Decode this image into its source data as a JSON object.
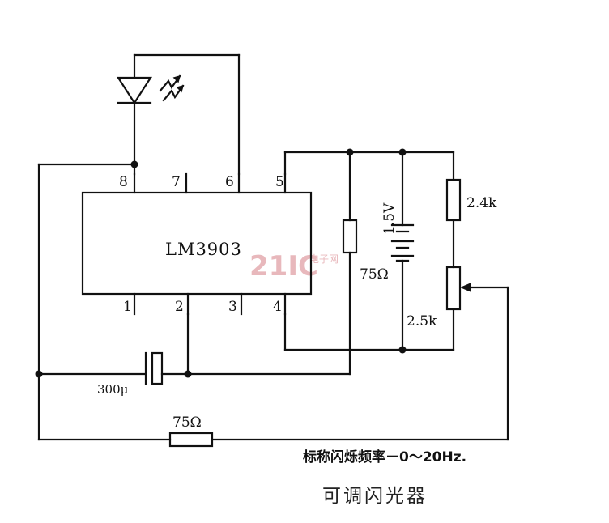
{
  "chip": {
    "name": "LM3903"
  },
  "pins": [
    "1",
    "2",
    "3",
    "4",
    "5",
    "6",
    "7",
    "8"
  ],
  "components": {
    "resistor_top_right": "2.4k",
    "potentiometer": "2.5k",
    "resistor_mid": "75Ω",
    "battery": "1.5V",
    "capacitor": "300μ",
    "resistor_bottom": "75Ω"
  },
  "note": "标称闪烁频率－0～20Hz.",
  "caption": "可调闪光器",
  "watermark": {
    "main": "21IC",
    "small": "电子网"
  }
}
